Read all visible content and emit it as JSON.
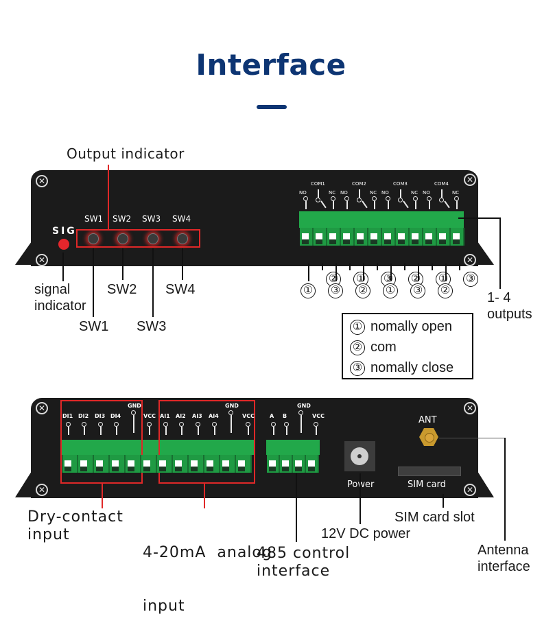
{
  "header": {
    "title": "Interface"
  },
  "top_panel": {
    "output_indicator_label": "Output indicator",
    "sig_label": "SIG",
    "switch_labels": [
      "SW1",
      "SW2",
      "SW3",
      "SW4"
    ],
    "relay_groups": [
      {
        "com": "COM1",
        "no": "NO",
        "nc": "NC"
      },
      {
        "com": "COM2",
        "no": "NO",
        "nc": "NC"
      },
      {
        "com": "COM3",
        "no": "NO",
        "nc": "NC"
      },
      {
        "com": "COM4",
        "no": "NO",
        "nc": "NC"
      }
    ],
    "terminal_numbers": [
      "①",
      "②",
      "③",
      "①",
      "②",
      "③",
      "①",
      "②",
      "③",
      "①",
      "②",
      "③"
    ],
    "callouts": {
      "signal_indicator": "signal\nindicator",
      "sw1": "SW1",
      "sw2": "SW2",
      "sw3": "SW3",
      "sw4": "SW4",
      "outputs_line1": "1- 4",
      "outputs_line2": "outputs"
    },
    "legend": [
      {
        "symbol": "①",
        "text": "nomally open"
      },
      {
        "symbol": "②",
        "text": "com"
      },
      {
        "symbol": "③",
        "text": "nomally close"
      }
    ]
  },
  "bottom_panel": {
    "di_labels": [
      "DI1",
      "DI2",
      "DI3",
      "DI4",
      "GND",
      "VCC"
    ],
    "ai_labels": [
      "AI1",
      "AI2",
      "AI3",
      "AI4",
      "GND",
      "VCC"
    ],
    "rs485_labels": [
      "A",
      "B",
      "GND",
      "VCC"
    ],
    "power_label": "Power",
    "ant_label": "ANT",
    "sim_label": "SIM card",
    "callouts": {
      "dry_contact_1": "Dry-contact",
      "dry_contact_2": "input",
      "analog_1": "4-20mA  analog",
      "analog_2": "input",
      "rs485_1": "485 control",
      "rs485_2": "interface",
      "power": "12V DC power",
      "sim_slot": "SIM card slot",
      "antenna_1": "Antenna",
      "antenna_2": "interface"
    }
  },
  "colors": {
    "title": "#0d3573",
    "panel": "#1b1b1b",
    "terminal_green": "#22a84a",
    "highlight_red": "#e02828",
    "sig_led": "#e4262c",
    "antenna_gold": "#c99a2e"
  }
}
